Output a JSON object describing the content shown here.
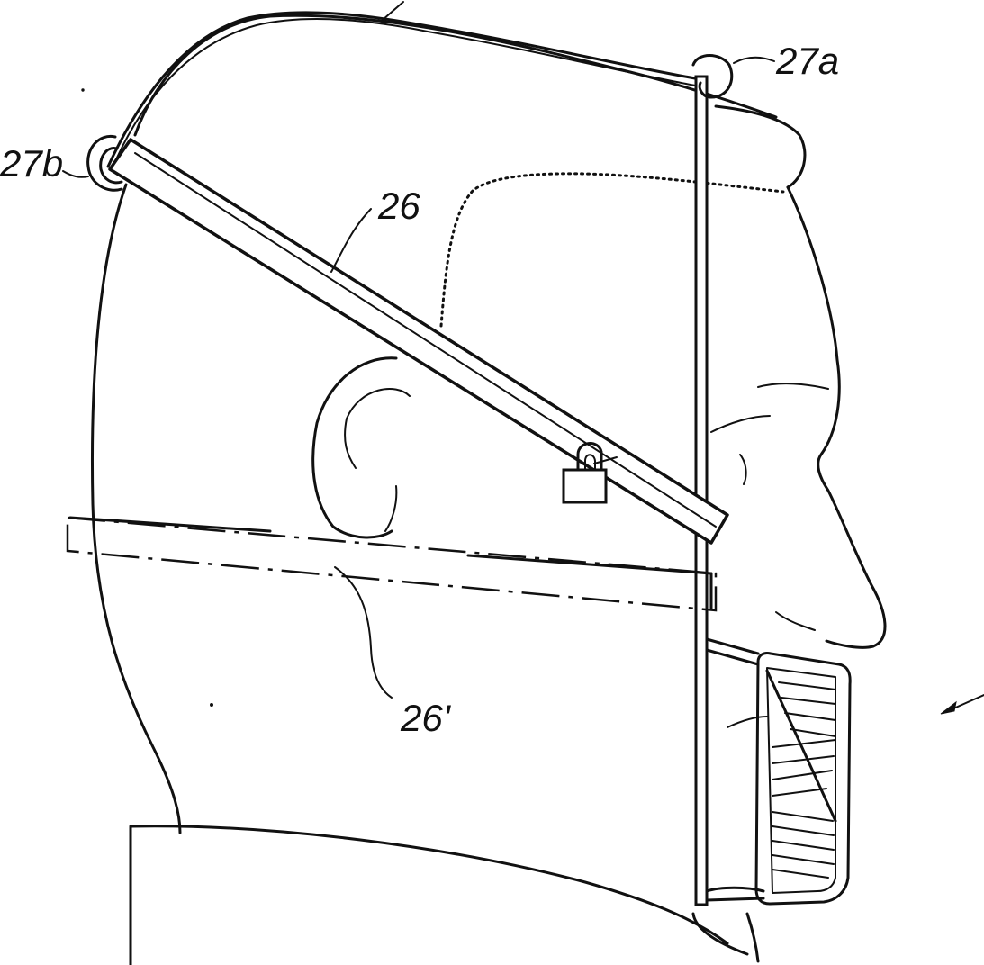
{
  "labels": {
    "strap_upper": "26",
    "strap_lower": "26'",
    "ring_front": "27a",
    "ring_rear": "27b"
  },
  "colors": {
    "ink": "#111111",
    "paper": "#ffffff"
  }
}
